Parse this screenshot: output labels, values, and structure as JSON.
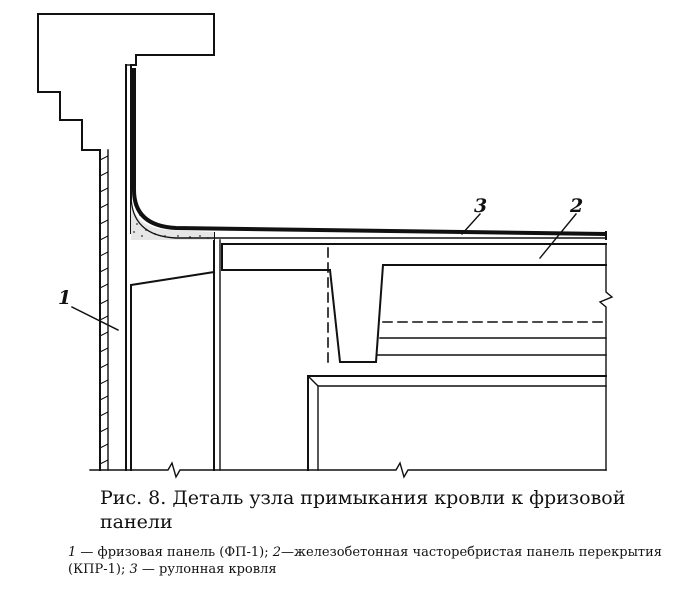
{
  "labels": {
    "frieze_panel": "1",
    "ribbed_panel": "2",
    "roofing": "3"
  },
  "caption": {
    "figure_prefix": "Рис. 8.",
    "title": "Деталь узла примыкания кровли к фризовой панели"
  },
  "legend": [
    {
      "num": "1",
      "text": " — фризовая панель (ФП-1); "
    },
    {
      "num": "2",
      "text": "—железобетонная часторебристая панель перекрытия (КПР-1); "
    },
    {
      "num": "3",
      "text": " — рулонная кровля"
    }
  ]
}
